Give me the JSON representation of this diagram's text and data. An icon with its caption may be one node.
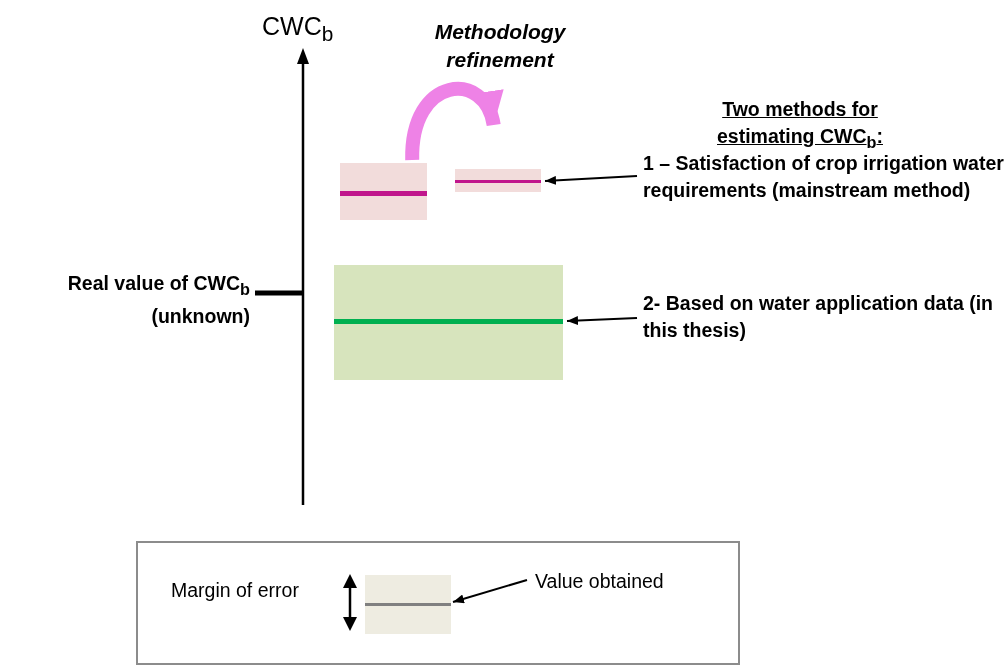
{
  "diagram": {
    "nodes": [
      {
        "text": [
          "1 – Satisfaction of crop irrigation water requirements (mainstream method)"
        ]
      },
      {
        "text": [
          "2- Based on water application data (in this thesis)"
        ]
      },
      {
        "text": [],
        "shape": "bar"
      },
      {
        "text": [],
        "shape": "bar"
      },
      {
        "text": [],
        "shape": "bar"
      },
      {
        "text": [
          "Margin of error"
        ]
      },
      {
        "text": [
          "Value obtained"
        ],
        "in": 5
      },
      {
        "text": [],
        "shape": "bar",
        "in": 5
      }
    ],
    "edges": [
      {
        "from": 2,
        "to": 3,
        "arrow": "to",
        "label": "Methodology refinement",
        "style": "thick",
        "color": "#ee82e6"
      },
      {
        "from": 0,
        "to": 3,
        "arrow": "to"
      },
      {
        "from": 1,
        "to": 4,
        "arrow": "to"
      },
      {
        "from": 6,
        "to": 7,
        "arrow": "to"
      }
    ],
    "labels": [
      "CWC$_{b}$",
      "Real value of CWC$_{b}$ (unknown)",
      "Two methods for estimating CWC$_{b}$:"
    ]
  }
}
